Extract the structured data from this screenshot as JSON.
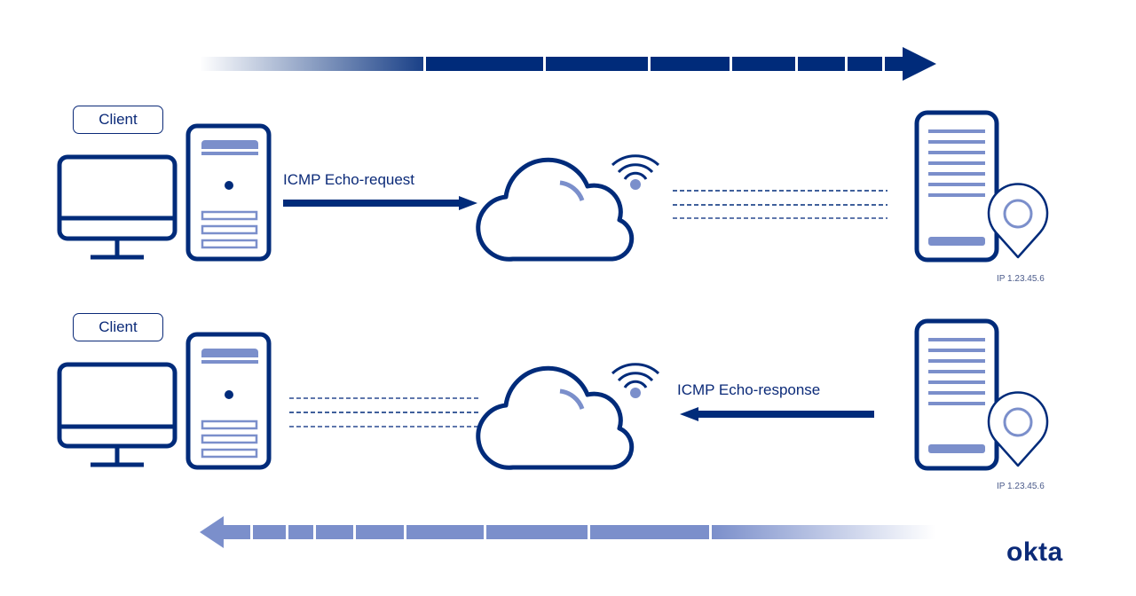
{
  "colors": {
    "primary": "#002b7a",
    "secondary": "#7b8fcb",
    "background": "#ffffff"
  },
  "flow_top": {
    "direction": "right",
    "client_label": "Client",
    "protocol_label": "ICMP Echo-request",
    "server_ip": "IP 1.23.45.6"
  },
  "flow_bottom": {
    "direction": "left",
    "client_label": "Client",
    "protocol_label": "ICMP Echo-response",
    "server_ip": "IP 1.23.45.6"
  },
  "icons": {
    "monitor": "monitor-icon",
    "tower": "computer-tower-icon",
    "cloud": "cloud-icon",
    "wifi": "wifi-icon",
    "server": "server-icon",
    "location": "location-pin-icon"
  },
  "brand": {
    "logo_text": "okta"
  }
}
